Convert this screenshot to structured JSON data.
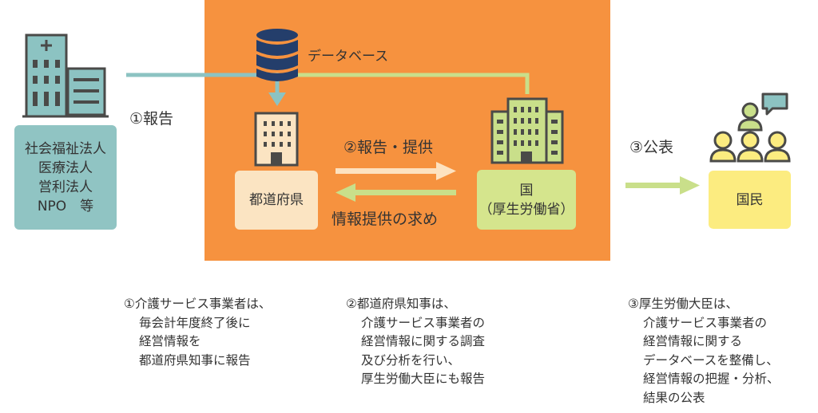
{
  "colors": {
    "orange_panel": "#f6923f",
    "teal": "#8cc3c2",
    "teal_box": "#90c4c3",
    "light_green": "#c9df8a",
    "green_box": "#d5e58d",
    "cream_box": "#fbe4c2",
    "yellow_box": "#fcec80",
    "navy": "#243e6b",
    "icon_dark": "#4a4a48",
    "arrow_light": "#fde2c0"
  },
  "icons": [
    "facility-building-icon",
    "database-icon",
    "prefecture-building-icon",
    "national-building-icon",
    "people-group-icon",
    "speech-bubble-icon"
  ],
  "nodes": {
    "corporations": {
      "lines": [
        "社会福祉法人",
        "医療法人",
        "営利法人",
        "NPO　等"
      ]
    },
    "database": {
      "label": "データベース"
    },
    "prefecture": {
      "label": "都道府県"
    },
    "nation": {
      "lines": [
        "国",
        "（厚生労働省）"
      ]
    },
    "citizens": {
      "label": "国民"
    }
  },
  "flows": {
    "report": "①報告",
    "report_provide": "②報告・提供",
    "info_request": "情報提供の求め",
    "publication": "③公表"
  },
  "notes": {
    "n1": [
      "①介護サービス事業者は、",
      "毎会計年度終了後に",
      "経営情報を",
      "都道府県知事に報告"
    ],
    "n2": [
      "②都道府県知事は、",
      "介護サービス事業者の",
      "経営情報に関する調査",
      "及び分析を行い、",
      "厚生労働大臣にも報告"
    ],
    "n3": [
      "③厚生労働大臣は、",
      "介護サービス事業者の",
      "経営情報に関する",
      "データベースを整備し、",
      "経営情報の把握・分析、",
      "結果の公表"
    ]
  }
}
